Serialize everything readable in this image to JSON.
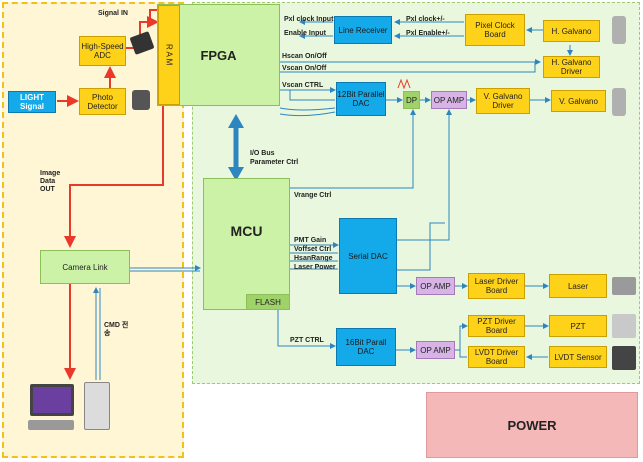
{
  "blocks": {
    "fpga": "FPGA",
    "ram": "R A M",
    "mcu": "MCU",
    "flash": "FLASH",
    "camera_link": "Camera Link",
    "hs_adc": "High-Speed ADC",
    "photo_detector": "Photo Detector",
    "light_signal": "LIGHT Signal",
    "line_receiver": "Line Receiver",
    "pixel_clock_board": "Pixel Clock Board",
    "h_galvano": "H. Galvano",
    "h_galvano_driver": "H. Galvano Driver",
    "dac12": "12Bit Parallel DAC",
    "dp": "DP",
    "op_amp_top": "OP AMP",
    "v_galvano_driver": "V. Galvano Driver",
    "v_galvano": "V. Galvano",
    "serial_dac": "Serial DAC",
    "op_amp_mid": "OP AMP",
    "laser_driver_board": "Laser Driver Board",
    "laser": "Laser",
    "dac16": "16Bit Parall DAC",
    "op_amp_bottom": "OP AMP",
    "pzt_driver_board": "PZT Driver Board",
    "lvdt_driver_board": "LVDT Driver Board",
    "pzt": "PZT",
    "lvdt_sensor": "LVDT Sensor",
    "power": "POWER"
  },
  "labels": {
    "signal_in": "Signal IN",
    "pxl_clock_input": "Pxl clock Input",
    "enable_input": "Enable Input",
    "pxl_clock_pm": "Pxl clock+/-",
    "pxl_enable_pm": "Pxl Enable+/-",
    "hscan_onoff": "Hscan On/Off",
    "vscan_onoff": "Vscan On/Off",
    "vscan_ctrl": "Vscan CTRL",
    "io_bus": "I/O Bus",
    "param_ctrl": "Parameter Ctrl",
    "image_data_out": "Image Data OUT",
    "vrange_ctrl": "Vrange Ctrl",
    "pmt_gain": "PMT Gain",
    "voffset_ctrl": "Voffset Ctrl",
    "hsan_range": "HsanRange",
    "laser_power": "Laser Power",
    "pzt_ctrl": "PZT CTRL",
    "cmd_send": "CMD 전송"
  },
  "colors": {
    "yellow_block": "#ffd21a",
    "green_block": "#ccf2a8",
    "blue_block": "#14a9e8",
    "green_region": "#e8f7dd",
    "yellow_region": "#fff6d6",
    "power_block": "#f4b8b8",
    "signal_arrow": "#e8392a",
    "data_arrow": "#2e86c1"
  }
}
